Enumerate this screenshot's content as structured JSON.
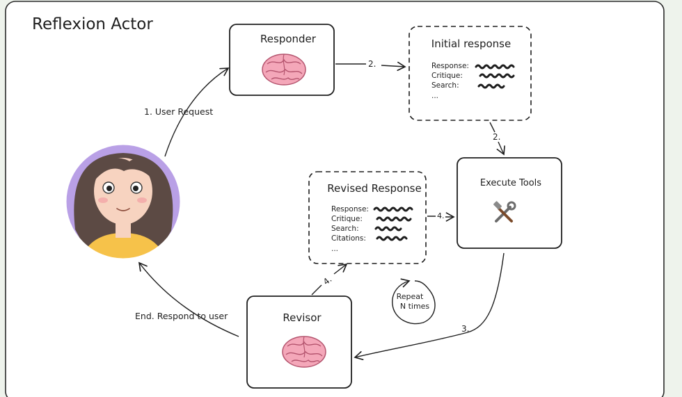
{
  "diagram": {
    "title": "Reflexion Actor",
    "responder": {
      "label": "Responder"
    },
    "initial_response": {
      "title": "Initial response",
      "fields": [
        "Response:",
        "Critique:",
        "Search:",
        "..."
      ]
    },
    "execute_tools": {
      "label": "Execute Tools"
    },
    "revised_response": {
      "title": "Revised Response",
      "fields": [
        "Response:",
        "Critique:",
        "Search:",
        "Citations:",
        "..."
      ]
    },
    "revisor": {
      "label": "Revisor"
    },
    "repeat_note": {
      "line1": "Repeat",
      "line2": "N times"
    },
    "edges": {
      "user_request": "1. User Request",
      "to_initial": "2.",
      "to_tools": "2.",
      "tools_to_revisor": "3.",
      "revisor_to_revised": "4.",
      "revised_to_tools": "4.",
      "end": "End. Respond to user"
    },
    "colors": {
      "canvas": "#ffffff",
      "ink": "#1e1e1e",
      "brain": "#f4a7b9",
      "brain_line": "#b4546e",
      "avatar_bg": "#b9a0e6",
      "hair": "#5c4a44",
      "skin": "#f7d3c0",
      "shirt": "#f6c24a"
    }
  }
}
